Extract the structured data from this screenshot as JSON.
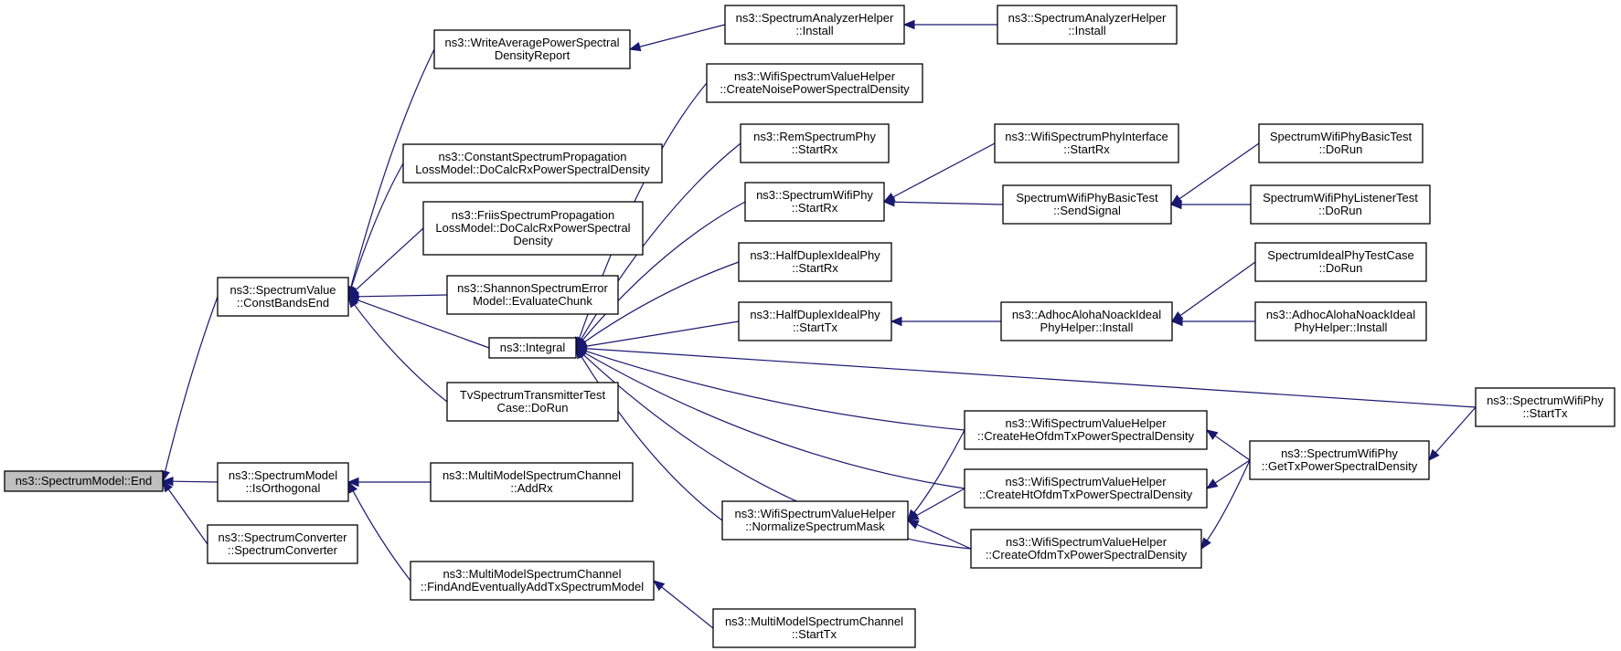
{
  "graph": {
    "nodes": [
      {
        "id": "root",
        "lines": [
          "ns3::SpectrumModel::End"
        ],
        "root": true
      },
      {
        "id": "constbandsend",
        "lines": [
          "ns3::SpectrumValue",
          "::ConstBandsEnd"
        ]
      },
      {
        "id": "isorthogonal",
        "lines": [
          "ns3::SpectrumModel",
          "::IsOrthogonal"
        ]
      },
      {
        "id": "spectrumconverter",
        "lines": [
          "ns3::SpectrumConverter",
          "::SpectrumConverter"
        ]
      },
      {
        "id": "writeavg",
        "lines": [
          "ns3::WriteAveragePowerSpectral",
          "DensityReport"
        ]
      },
      {
        "id": "constantprop",
        "lines": [
          "ns3::ConstantSpectrumPropagation",
          "LossModel::DoCalcRxPowerSpectralDensity"
        ]
      },
      {
        "id": "friisprop",
        "lines": [
          "ns3::FriisSpectrumPropagation",
          "LossModel::DoCalcRxPowerSpectral",
          "Density"
        ]
      },
      {
        "id": "shannon",
        "lines": [
          "ns3::ShannonSpectrumError",
          "Model::EvaluateChunk"
        ]
      },
      {
        "id": "integral",
        "lines": [
          "ns3::Integral"
        ]
      },
      {
        "id": "tvtest",
        "lines": [
          "TvSpectrumTransmitterTest",
          "Case::DoRun"
        ]
      },
      {
        "id": "multiaddrx",
        "lines": [
          "ns3::MultiModelSpectrumChannel",
          "::AddRx"
        ]
      },
      {
        "id": "multifind",
        "lines": [
          "ns3::MultiModelSpectrumChannel",
          "::FindAndEventuallyAddTxSpectrumModel"
        ]
      },
      {
        "id": "analyzer1",
        "lines": [
          "ns3::SpectrumAnalyzerHelper",
          "::Install"
        ]
      },
      {
        "id": "analyzer2",
        "lines": [
          "ns3::SpectrumAnalyzerHelper",
          "::Install"
        ]
      },
      {
        "id": "wifinoise",
        "lines": [
          "ns3::WifiSpectrumValueHelper",
          "::CreateNoisePowerSpectralDensity"
        ]
      },
      {
        "id": "remstartrx",
        "lines": [
          "ns3::RemSpectrumPhy",
          "::StartRx"
        ]
      },
      {
        "id": "wifiphystartrx",
        "lines": [
          "ns3::SpectrumWifiPhy",
          "::StartRx"
        ]
      },
      {
        "id": "hdstartrx",
        "lines": [
          "ns3::HalfDuplexIdealPhy",
          "::StartRx"
        ]
      },
      {
        "id": "hdstarttx",
        "lines": [
          "ns3::HalfDuplexIdealPhy",
          "::StartTx"
        ]
      },
      {
        "id": "normalizemask",
        "lines": [
          "ns3::WifiSpectrumValueHelper",
          "::NormalizeSpectrumMask"
        ]
      },
      {
        "id": "multistarttx",
        "lines": [
          "ns3::MultiModelSpectrumChannel",
          "::StartTx"
        ]
      },
      {
        "id": "wifiifacestartrx",
        "lines": [
          "ns3::WifiSpectrumPhyInterface",
          "::StartRx"
        ]
      },
      {
        "id": "sendsignal",
        "lines": [
          "SpectrumWifiPhyBasicTest",
          "::SendSignal"
        ]
      },
      {
        "id": "adhocinstall",
        "lines": [
          "ns3::AdhocAlohaNoackIdeal",
          "PhyHelper::Install"
        ]
      },
      {
        "id": "createhe",
        "lines": [
          "ns3::WifiSpectrumValueHelper",
          "::CreateHeOfdmTxPowerSpectralDensity"
        ]
      },
      {
        "id": "createht",
        "lines": [
          "ns3::WifiSpectrumValueHelper",
          "::CreateHtOfdmTxPowerSpectralDensity"
        ]
      },
      {
        "id": "createofdm",
        "lines": [
          "ns3::WifiSpectrumValueHelper",
          "::CreateOfdmTxPowerSpectralDensity"
        ]
      },
      {
        "id": "basicdorun",
        "lines": [
          "SpectrumWifiPhyBasicTest",
          "::DoRun"
        ]
      },
      {
        "id": "listenerdorun",
        "lines": [
          "SpectrumWifiPhyListenerTest",
          "::DoRun"
        ]
      },
      {
        "id": "idealdorun",
        "lines": [
          "SpectrumIdealPhyTestCase",
          "::DoRun"
        ]
      },
      {
        "id": "adhocinstall2",
        "lines": [
          "ns3::AdhocAlohaNoackIdeal",
          "PhyHelper::Install"
        ]
      },
      {
        "id": "gettxpsd",
        "lines": [
          "ns3::SpectrumWifiPhy",
          "::GetTxPowerSpectralDensity"
        ]
      },
      {
        "id": "wifiphystarttx",
        "lines": [
          "ns3::SpectrumWifiPhy",
          "::StartTx"
        ]
      }
    ],
    "edges": [
      {
        "from": "constbandsend",
        "to": "root"
      },
      {
        "from": "isorthogonal",
        "to": "root"
      },
      {
        "from": "spectrumconverter",
        "to": "root"
      },
      {
        "from": "writeavg",
        "to": "constbandsend"
      },
      {
        "from": "constantprop",
        "to": "constbandsend"
      },
      {
        "from": "friisprop",
        "to": "constbandsend"
      },
      {
        "from": "shannon",
        "to": "constbandsend"
      },
      {
        "from": "integral",
        "to": "constbandsend"
      },
      {
        "from": "tvtest",
        "to": "constbandsend"
      },
      {
        "from": "multiaddrx",
        "to": "isorthogonal"
      },
      {
        "from": "multifind",
        "to": "isorthogonal"
      },
      {
        "from": "analyzer1",
        "to": "writeavg"
      },
      {
        "from": "analyzer2",
        "to": "analyzer1"
      },
      {
        "from": "wifinoise",
        "to": "integral"
      },
      {
        "from": "remstartrx",
        "to": "integral"
      },
      {
        "from": "wifiphystartrx",
        "to": "integral"
      },
      {
        "from": "hdstartrx",
        "to": "integral"
      },
      {
        "from": "hdstarttx",
        "to": "integral"
      },
      {
        "from": "normalizemask",
        "to": "integral"
      },
      {
        "from": "createhe",
        "to": "integral"
      },
      {
        "from": "createht",
        "to": "integral"
      },
      {
        "from": "createofdm",
        "to": "integral"
      },
      {
        "from": "wifiphystarttx",
        "to": "integral"
      },
      {
        "from": "multistarttx",
        "to": "multifind"
      },
      {
        "from": "wifiifacestartrx",
        "to": "wifiphystartrx"
      },
      {
        "from": "sendsignal",
        "to": "wifiphystartrx"
      },
      {
        "from": "adhocinstall",
        "to": "hdstarttx"
      },
      {
        "from": "createhe",
        "to": "normalizemask"
      },
      {
        "from": "createht",
        "to": "normalizemask"
      },
      {
        "from": "createofdm",
        "to": "normalizemask"
      },
      {
        "from": "basicdorun",
        "to": "sendsignal"
      },
      {
        "from": "listenerdorun",
        "to": "sendsignal"
      },
      {
        "from": "idealdorun",
        "to": "adhocinstall"
      },
      {
        "from": "adhocinstall2",
        "to": "adhocinstall"
      },
      {
        "from": "gettxpsd",
        "to": "createhe"
      },
      {
        "from": "gettxpsd",
        "to": "createht"
      },
      {
        "from": "gettxpsd",
        "to": "createofdm"
      },
      {
        "from": "wifiphystarttx",
        "to": "gettxpsd"
      }
    ]
  }
}
